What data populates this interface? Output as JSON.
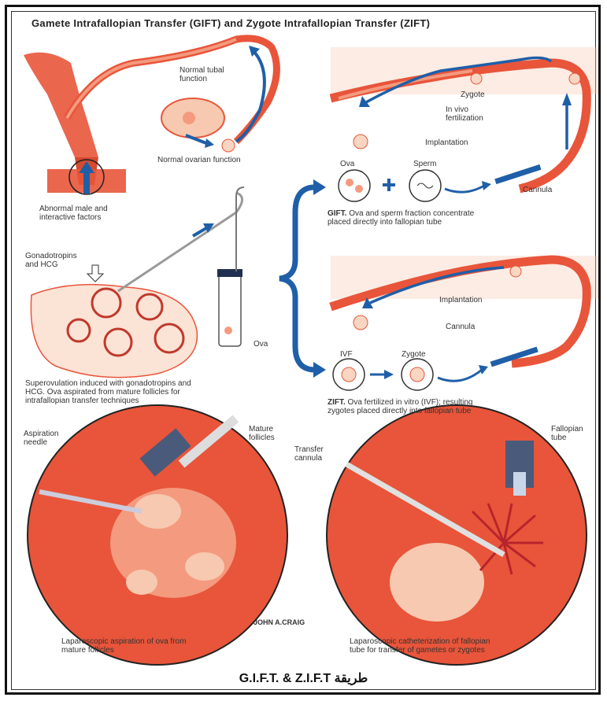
{
  "title": "Gamete Intrafallopian Transfer (GIFT) and Zygote Intrafallopian Transfer (ZIFT)",
  "labels": {
    "normal_tubal": "Normal tubal\nfunction",
    "normal_ovarian": "Normal ovarian function",
    "abnormal_male": "Abnormal male and\ninteractive factors",
    "gonadotropins": "Gonadotropins\nand HCG",
    "ova_tube": "Ova",
    "zygote_top": "Zygote",
    "in_vivo": "In vivo\nfertilization",
    "implantation_top": "Implantation",
    "ova_gift": "Ova",
    "sperm_gift": "Sperm",
    "cannula_gift": "Cannula",
    "implantation_zift": "Implantation",
    "cannula_zift": "Cannula",
    "ivf": "IVF",
    "zygote_zift": "Zygote",
    "aspiration_needle": "Aspiration\nneedle",
    "mature_follicles": "Mature\nfollicles",
    "transfer_cannula": "Transfer\ncannula",
    "fallopian_tube": "Fallopian\ntube",
    "signature": "JOHN A.CRAIG"
  },
  "captions": {
    "gift_bold": "GIFT.",
    "gift_text": " Ova and sperm fraction concentrate\nplaced directly into fallopian tube",
    "zift_bold": "ZIFT.",
    "zift_text": " Ova fertilized in vitro (IVF); resulting\nzygotes placed directly into fallopian tube",
    "superovulation": "Superovulation induced with gonadotropins and\nHCG. Ova aspirated from mature follicles for\nintrafallopian transfer techniques",
    "lap_aspiration": "Laparoscopic aspiration of ova from\nmature follicles",
    "lap_catheter": "Laparoscopic catheterization of fallopian\ntube for transfer of gametes or zygotes"
  },
  "footer": "G.I.F.T. & Z.I.F.T طريقة",
  "colors": {
    "tissue": "#e8553a",
    "tissue_light": "#f49a7e",
    "arrow_blue": "#1f5fa8",
    "text": "#333333"
  }
}
